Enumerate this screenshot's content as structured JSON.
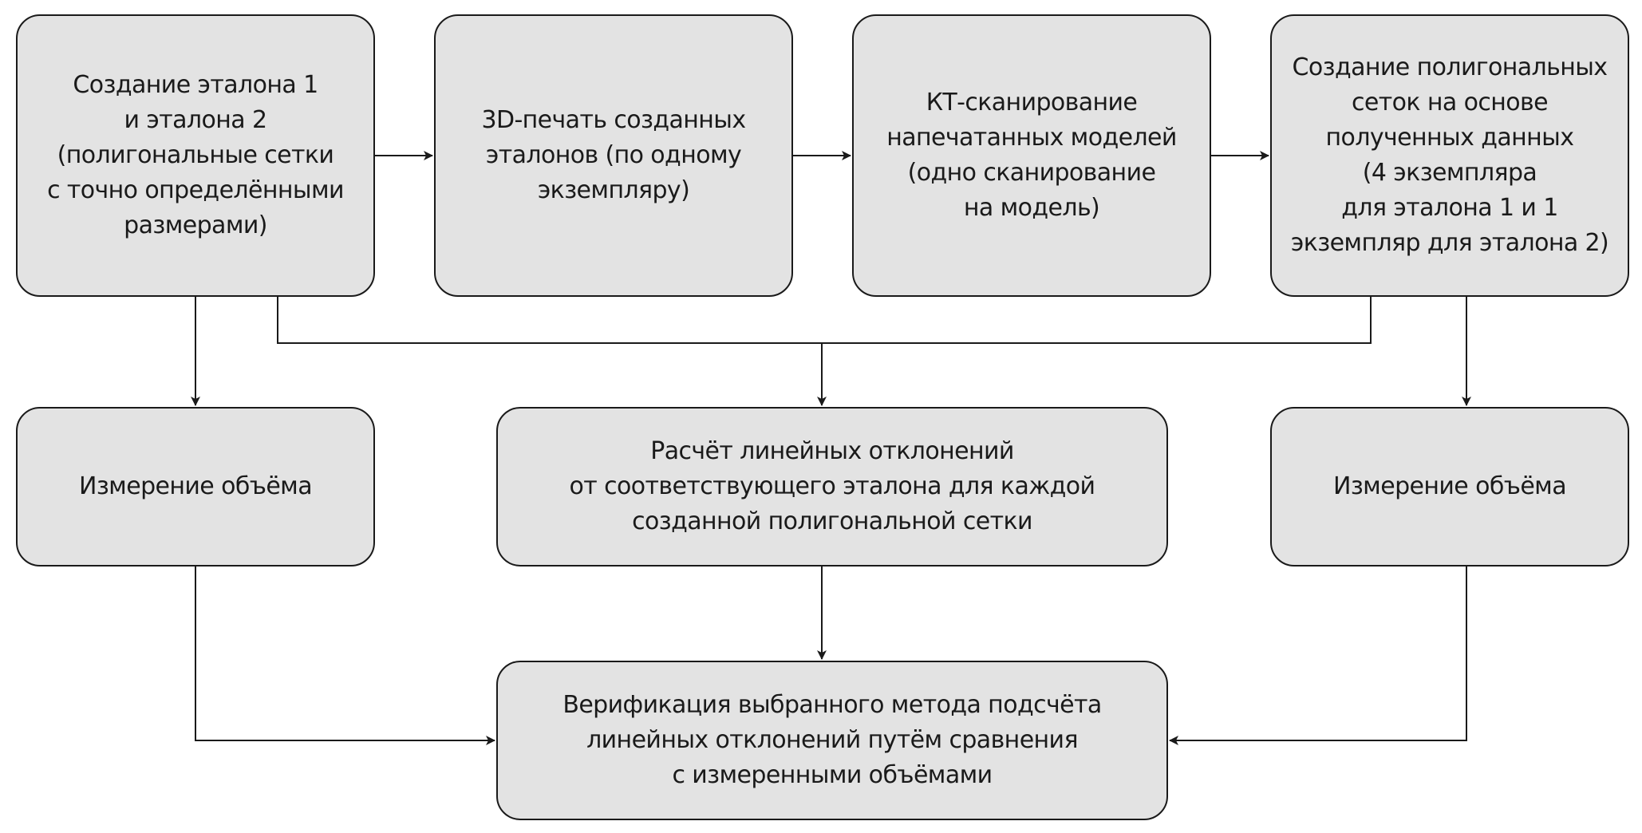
{
  "diagram": {
    "boxes": {
      "create_references": "Создание эталона 1\nи эталона 2\n(полигональные сетки\nс точно определёнными\nразмерами)",
      "print_3d": "3D-печать созданных\nэталонов (по одному\nэкземпляру)",
      "ct_scan": "КТ-сканирование\nнапечатанных моделей\n(одно сканирование\nна модель)",
      "create_meshes": "Создание полигональных\nсеток на основе\nполученных данных\n(4 экземпляра\nдля эталона 1 и 1\nэкземпляр для эталона 2)",
      "volume_left": "Измерение объёма",
      "linear_deviation": "Расчёт линейных отклонений\nот соответствующего эталона для каждой\nсозданной полигональной сетки",
      "volume_right": "Измерение объёма",
      "verification": "Верификация выбранного метода подсчёта\nлинейных отклонений путём сравнения\nс измеренными объёмами"
    },
    "colors": {
      "box_fill": "#e3e3e3",
      "stroke": "#1a1a1a"
    }
  }
}
